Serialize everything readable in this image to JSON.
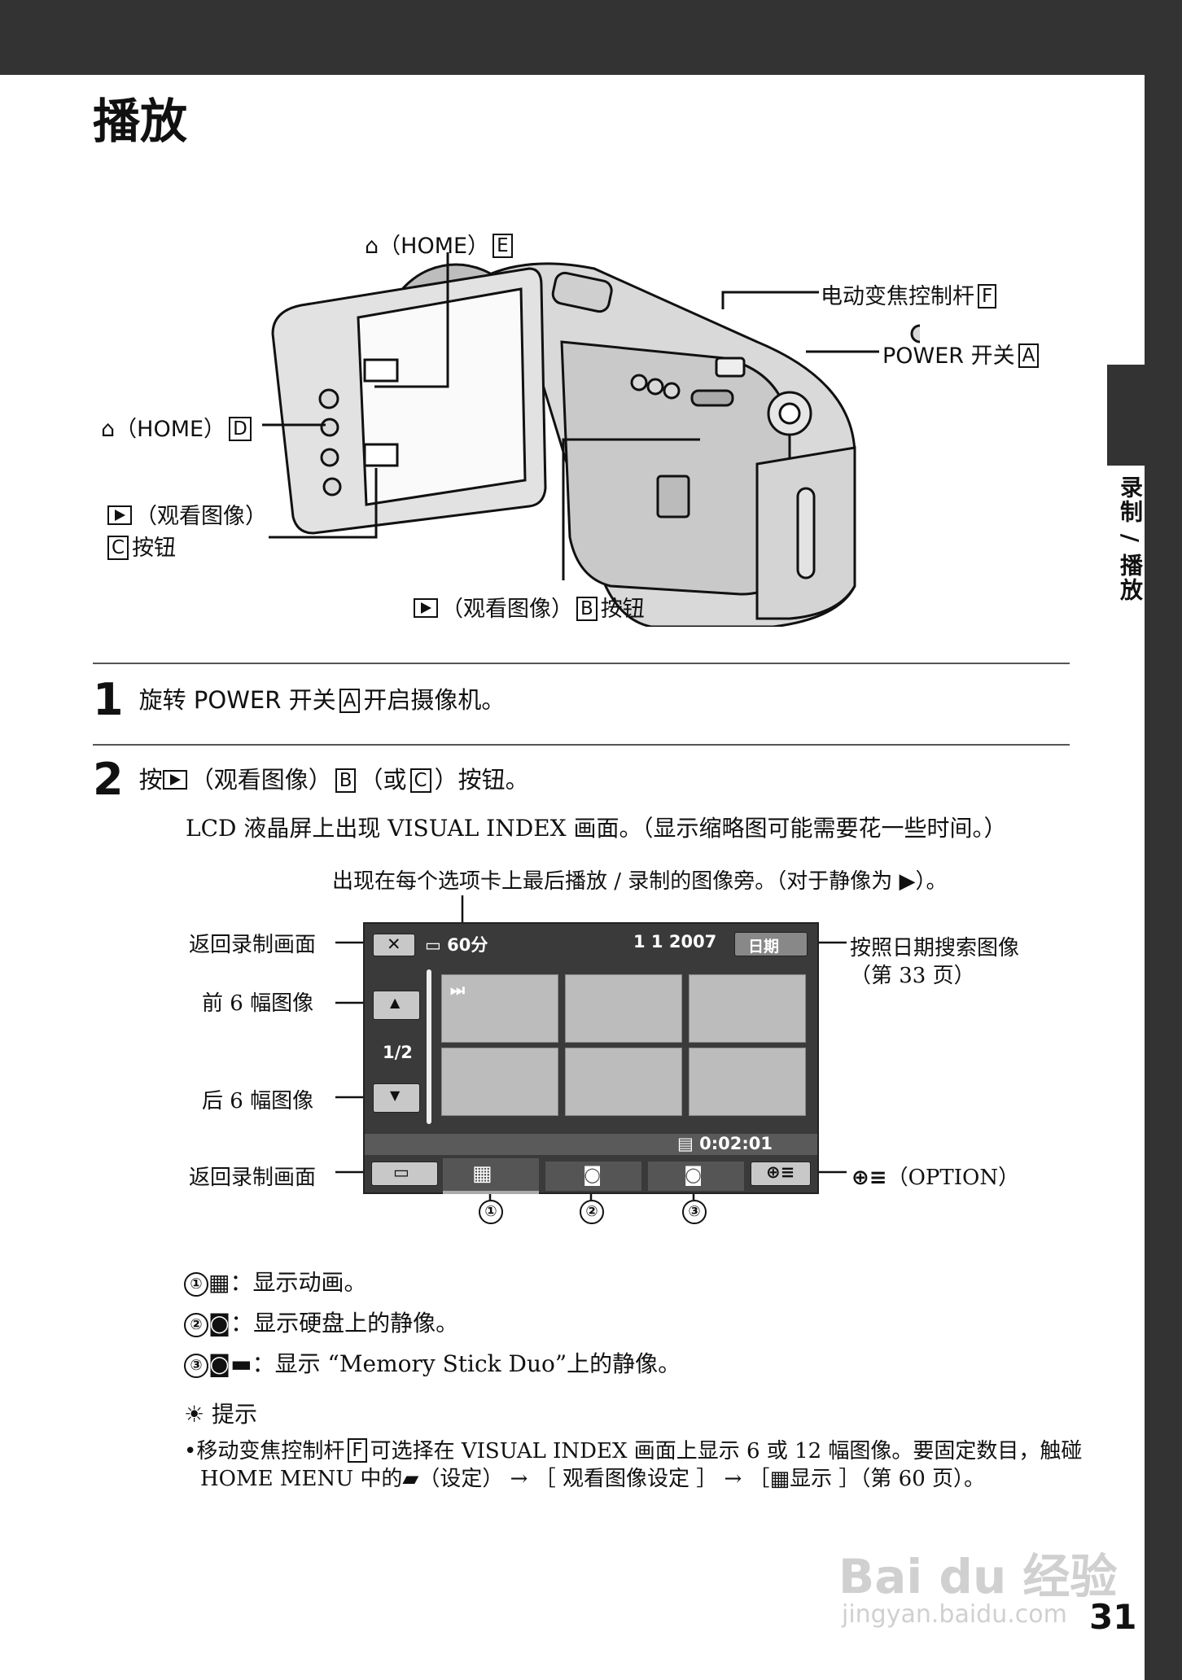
{
  "header": {
    "title": "播放"
  },
  "side": {
    "tab_label": "录制 / 播放"
  },
  "figure": {
    "home_e": "（HOME）",
    "home_e_key": "E",
    "zoom": "电动变焦控制杆",
    "zoom_key": "F",
    "power": "POWER 开关",
    "power_key": "A",
    "home_d": "（HOME）",
    "home_d_key": "D",
    "view_c1": "（观看图像）",
    "view_c_key": "C",
    "view_c2": "按钮",
    "view_b1": "（观看图像）",
    "view_b_key": "B",
    "view_b2": "按钮"
  },
  "steps": [
    {
      "num": "1",
      "pre": "旋转 POWER 开关",
      "key": "A",
      "post": "开启摄像机。"
    },
    {
      "num": "2",
      "pre": "按",
      "mid": "（观看图像）",
      "key": "B",
      "mid2": "（或",
      "key2": "C",
      "post": "）按钮。",
      "desc": "LCD 液晶屏上出现 VISUAL  INDEX 画面。（显示缩略图可能需要花一些时间。）"
    }
  ],
  "index_screen": {
    "top_note": "出现在每个选项卡上最后播放 / 录制的图像旁。（对于静像为 ▶）。",
    "left_labels": [
      "返回录制画面",
      "前 6 幅图像",
      "后 6 幅图像",
      "返回录制画面"
    ],
    "right_label_1": "按照日期搜索图像",
    "right_label_2": "（第 33 页）",
    "option_label": "（OPTION）",
    "close": "✕",
    "battery": "60分",
    "date": "1  1 2007",
    "date_button": "日期",
    "page": "1/2",
    "counter": "0:02:01",
    "marks": [
      "①",
      "②",
      "③"
    ]
  },
  "legend": [
    {
      "num": "①",
      "text": "：显示动画。"
    },
    {
      "num": "②",
      "text": "：显示硬盘上的静像。"
    },
    {
      "num": "③",
      "text": "：显示 “Memory Stick Duo”上的静像。"
    }
  ],
  "tip": {
    "title": "提示",
    "l1_pre": "•移动变焦控制杆",
    "l1_key": "F",
    "l1_post": "可选择在 VISUAL  INDEX 画面上显示 6 或 12 幅图像。要固定数目，触碰",
    "l2_pre": "HOME MENU 中的",
    "l2_mid": "（设定） → ［ 观看图像设定 ］ → ［",
    "l2_post": "显示 ］（第 60 页）。"
  },
  "watermark": {
    "brand": "Bai du 经验",
    "url": "jingyan.baidu.com"
  },
  "page_number": "31"
}
